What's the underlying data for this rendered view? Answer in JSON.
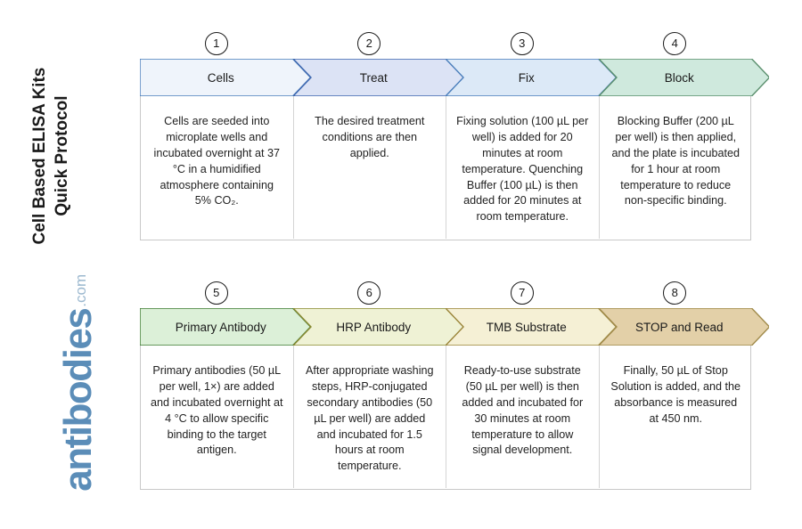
{
  "document": {
    "title": "Cell Based ELISA Kits\nQuick Protocol"
  },
  "brand": {
    "name": "antibodies",
    "tld": ".com",
    "color": "#5b8db8"
  },
  "flow": {
    "rows": [
      {
        "row_id": "row-1",
        "steps": [
          {
            "number": "1",
            "label": "Cells",
            "fill": "#eff4fb",
            "stroke": "#4a7ebb",
            "description": "Cells are seeded into microplate wells and incubated overnight at 37 °C in a humidified atmosphere containing 5% CO₂."
          },
          {
            "number": "2",
            "label": "Treat",
            "fill": "#dce3f5",
            "stroke": "#3f68b0",
            "description": "The desired treatment conditions are then applied."
          },
          {
            "number": "3",
            "label": "Fix",
            "fill": "#dce9f7",
            "stroke": "#4a7ebb",
            "description": "Fixing solution (100 µL per well) is added for 20 minutes at room temperature. Quenching Buffer (100 µL) is then added for 20 minutes at room temperature."
          },
          {
            "number": "4",
            "label": "Block",
            "fill": "#cfe9dd",
            "stroke": "#5a8f6d",
            "description": "Blocking Buffer (200 µL per well) is then applied, and the plate is incubated for 1 hour at room temperature to reduce non-specific binding."
          }
        ]
      },
      {
        "row_id": "row-2",
        "steps": [
          {
            "number": "5",
            "label": "Primary Antibody",
            "fill": "#dcf0d8",
            "stroke": "#3f7a34",
            "description": "Primary antibodies (50 µL per well, 1×) are added and incubated overnight at 4 °C to allow specific binding to the target antigen."
          },
          {
            "number": "6",
            "label": "HRP Antibody",
            "fill": "#eff2d5",
            "stroke": "#8a8a32",
            "description": "After appropriate washing steps, HRP-conjugated secondary antibodies (50 µL per well) are added and incubated for 1.5 hours at room temperature."
          },
          {
            "number": "7",
            "label": "TMB Substrate",
            "fill": "#f5f0d5",
            "stroke": "#9a8438",
            "description": "Ready-to-use substrate (50 µL per well) is then added and incubated for 30 minutes at room temperature to allow signal development."
          },
          {
            "number": "8",
            "label": "STOP and Read",
            "fill": "#e3d0a8",
            "stroke": "#a08a4a",
            "description": "Finally, 50 µL of Stop Solution is added, and the absorbance is measured at 450 nm."
          }
        ]
      }
    ]
  }
}
